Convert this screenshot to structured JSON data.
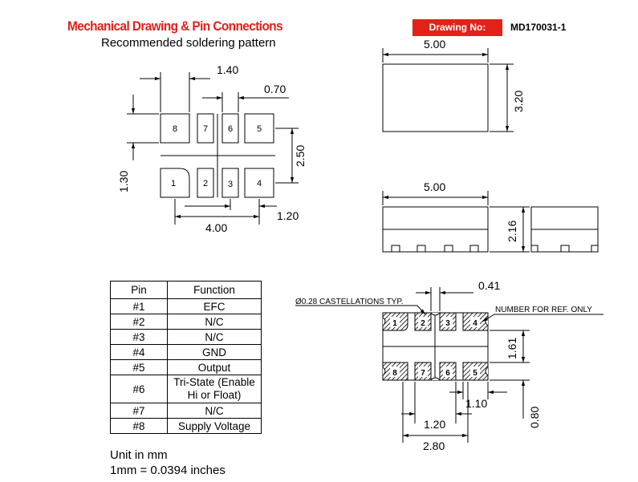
{
  "header": {
    "title": "Mechanical Drawing & Pin Connections",
    "subtitle": "Recommended soldering pattern",
    "drawing_no_label": "Drawing No:",
    "drawing_no_value": "MD170031-1"
  },
  "solder_pattern": {
    "pad_labels": [
      "8",
      "7",
      "6",
      "5",
      "1",
      "2",
      "3",
      "4"
    ],
    "dims": {
      "d140": "1.40",
      "d070": "0.70",
      "d250": "2.50",
      "d130": "1.30",
      "d400": "4.00",
      "d120": "1.20"
    }
  },
  "top_view": {
    "width": "5.00",
    "height": "3.20"
  },
  "side_view": {
    "width": "5.00",
    "height": "2.16"
  },
  "bottom_view": {
    "castellation_note": "Ø0.28 CASTELLATIONS TYP.",
    "ref_note": "NUMBER FOR REF. ONLY",
    "pin_labels": [
      "1",
      "2",
      "3",
      "4",
      "8",
      "7",
      "6",
      "5"
    ],
    "dims": {
      "d041": "0.41",
      "d161": "1.61",
      "d110": "1.10",
      "d120": "1.20",
      "d080": "0.80",
      "d280": "2.80"
    }
  },
  "pin_table": {
    "headers": [
      "Pin",
      "Function"
    ],
    "rows": [
      {
        "pin": "#1",
        "function": "EFC"
      },
      {
        "pin": "#2",
        "function": "N/C"
      },
      {
        "pin": "#3",
        "function": "N/C"
      },
      {
        "pin": "#4",
        "function": "GND"
      },
      {
        "pin": "#5",
        "function": "Output"
      },
      {
        "pin": "#6",
        "function_line1": "Tri-State (Enable",
        "function_line2": "Hi or Float)"
      },
      {
        "pin": "#7",
        "function": "N/C"
      },
      {
        "pin": "#8",
        "function": "Supply Voltage"
      }
    ]
  },
  "units": {
    "line1": "Unit in mm",
    "line2": "1mm = 0.0394 inches"
  }
}
